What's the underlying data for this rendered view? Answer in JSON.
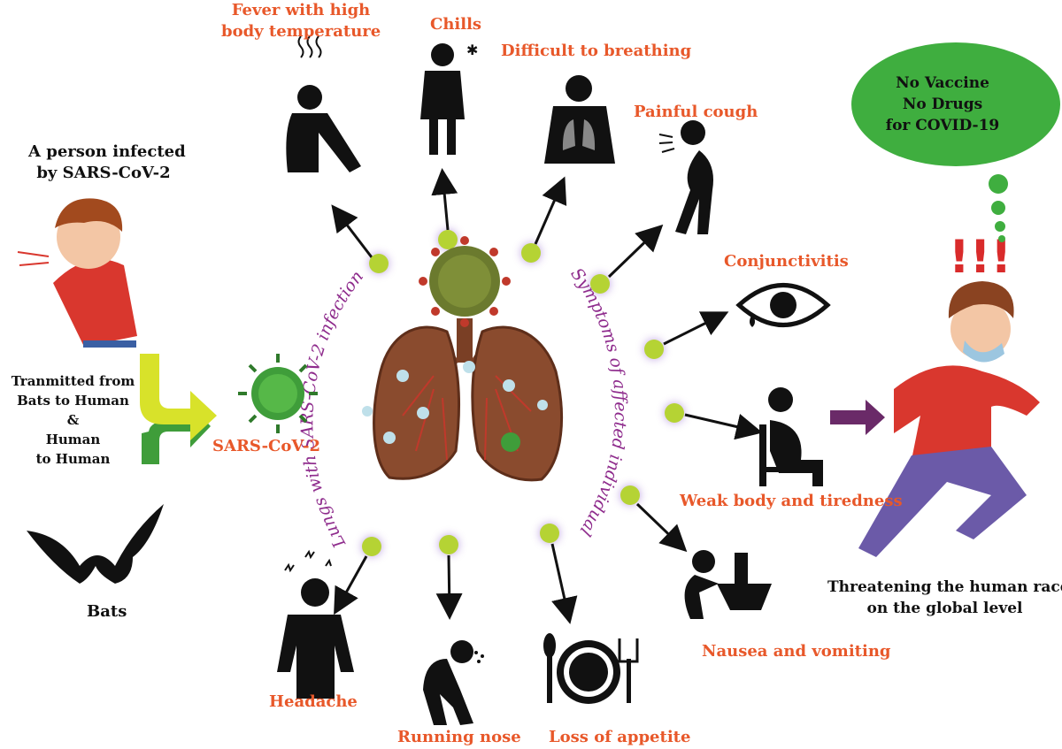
{
  "left": {
    "infected_label": [
      "A person infected",
      "by SARS-CoV-2"
    ],
    "transmission_label": [
      "Tranmitted from",
      "Bats to Human",
      "&",
      "Human",
      "to Human"
    ],
    "bats_label": "Bats",
    "virus_label": "SARS-CoV-2"
  },
  "arcs": {
    "left_text": "Lungs with SARS-CoV-2 infection",
    "right_text": "Symptoms of affected individual"
  },
  "symptoms": {
    "fever": [
      "Fever with high",
      "body temperature"
    ],
    "chills": "Chills",
    "breathing": "Difficult to breathing",
    "cough": "Painful cough",
    "conjunctivitis": "Conjunctivitis",
    "weak": "Weak body and tiredness",
    "nausea": "Nausea and vomiting",
    "appetite": "Loss of appetite",
    "nose": "Running nose",
    "headache": "Headache"
  },
  "bubble": [
    "No Vaccine",
    "No Drugs",
    "for COVID-19"
  ],
  "warning": "!!!",
  "outcome": [
    "Threatening the human race",
    "on the global level"
  ],
  "colors": {
    "label_orange": "#e8582a",
    "dot_green": "#b5d334",
    "bubble_green": "#3fae3f",
    "arc_purple": "#8e2b8c",
    "arrow_yellow": "#d8e22a",
    "arrow_green": "#3f9d3a",
    "lung_brown": "#8a4b2e",
    "warning_red": "#d92b2b"
  }
}
